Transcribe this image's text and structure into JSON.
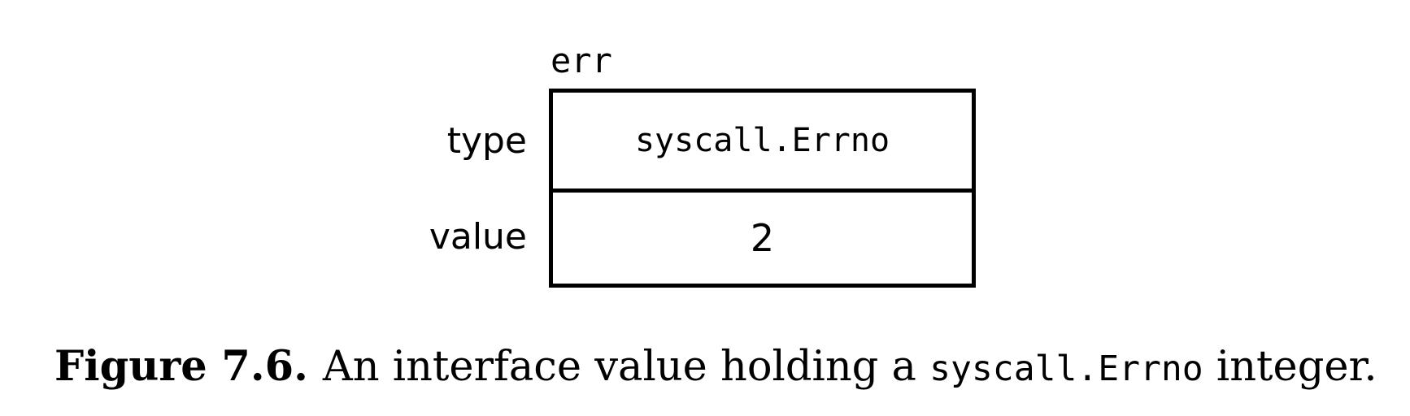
{
  "diagram": {
    "variable_name": "err",
    "rows": [
      {
        "label": "type",
        "content": "syscall.Errno"
      },
      {
        "label": "value",
        "content": "2"
      }
    ]
  },
  "caption": {
    "number": "Figure 7.6.",
    "text_before_code": "An interface value holding a ",
    "code": "syscall.Errno",
    "text_after_code": " integer."
  }
}
